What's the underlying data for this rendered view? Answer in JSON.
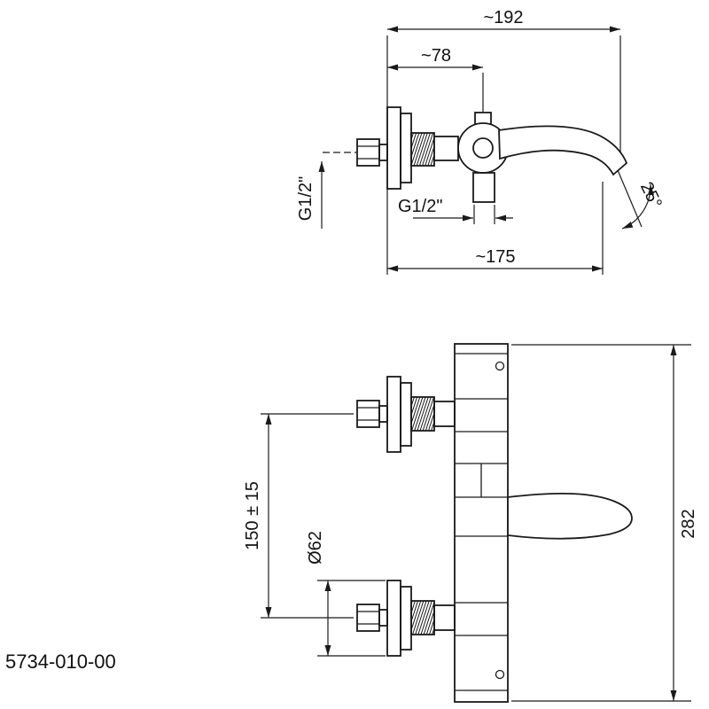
{
  "page": {
    "background_color": "#ffffff",
    "line_color": "#1a1a1a"
  },
  "drawing": {
    "part_number": "5734-010-00",
    "side_view": {
      "dim_overall_width": "~192",
      "dim_handle_offset": "~78",
      "label_wall_thread": "G1/2\"",
      "label_outlet_thread": "G1/2\"",
      "dim_spout_angle": "25°",
      "dim_spout_reach": "~175"
    },
    "front_view": {
      "dim_inlet_spacing": "150 ± 15",
      "dim_escutcheon_diameter": "Ø62",
      "dim_overall_height": "282"
    }
  }
}
